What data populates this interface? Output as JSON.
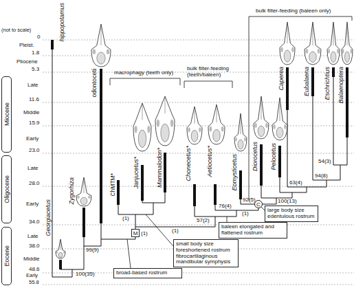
{
  "diagram": {
    "nodes": [
      {
        "text": [
          "Miocene"
        ]
      },
      {
        "text": [
          "Oligocene"
        ]
      },
      {
        "text": [
          "Eocene"
        ]
      },
      {
        "text": [
          "M"
        ]
      },
      {
        "text": [
          "C"
        ]
      },
      {
        "text": [
          "large body size edentulous rostrum"
        ]
      },
      {
        "text": [
          "baleen elongated and flattened rostrum"
        ]
      },
      {
        "text": [
          "small body size foreshortened rostrum fibrocartilaginous mandibular symphysis"
        ]
      },
      {
        "text": [
          "broad-based rostrum"
        ]
      }
    ],
    "labels": [
      "bulk filter-feeding (baleen only)",
      "hippopotamus",
      "(not to scale)",
      "0",
      "Pleist.",
      "1.8",
      "Pliocene",
      "5.3",
      "Late",
      "11.6",
      "Middle",
      "15.9",
      "Early",
      "23.0",
      "Late",
      "28.0",
      "Early",
      "34.0",
      "Late",
      "38.0",
      "Middle",
      "48.6",
      "Early",
      "55.8",
      "odontoceti",
      "Caperea",
      "Eubalaena",
      "Eschrichtius",
      "Balaenoptera",
      "macrophagy (teeth only)",
      "bulk filter-feeding (teeth/baleen)",
      "ChMTM*",
      "Janjucetus*",
      "Mammalodon*",
      "Chonecetus*",
      "Aetiocetus*",
      "Diorocetus",
      "Pelocetus",
      "Eomysticetus",
      "Zygorhiza",
      "Georgiacetus",
      "54(3)",
      "94(8)",
      "63(4)",
      "100(13)",
      "76(4)",
      "92(5)",
      "57(2)",
      "99(9)",
      "(1)",
      "(1)",
      "(1)",
      "(1)",
      "100(35)"
    ]
  }
}
